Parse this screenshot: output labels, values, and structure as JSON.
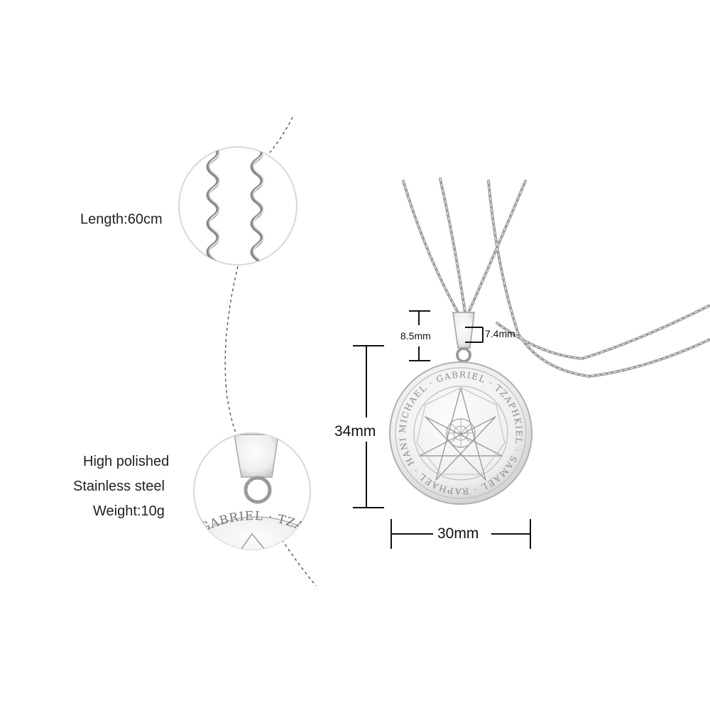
{
  "specs": {
    "length": "Length:60cm",
    "finish": "High polished",
    "material": "Stainless steel",
    "weight": "Weight:10g"
  },
  "dimensions": {
    "bail_height": "8.5mm",
    "bail_width": "7.4mm",
    "pendant_height": "34mm",
    "pendant_width": "30mm"
  },
  "engraving": {
    "outer_ring": "MICHAEL · GABRIEL · TZAPHKIEL · SAMAEL · RAPHAEL · HANIEL ·",
    "detail_text": "GABRIEL · TZAP"
  }
}
